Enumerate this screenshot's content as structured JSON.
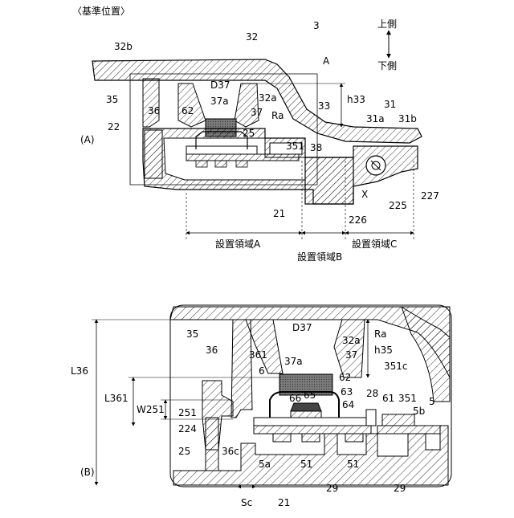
{
  "title": "〈基準位置〉",
  "view_a": {
    "tag": "(A)",
    "regions": {
      "a": "設置領域A",
      "b": "設置領域B",
      "c": "設置領域C"
    },
    "labels": {
      "l_32b": "32b",
      "l_32": "32",
      "l_3": "3",
      "l_A": "A",
      "l_35": "35",
      "l_36": "36",
      "l_62": "62",
      "l_D37": "D37",
      "l_37a": "37a",
      "l_32a": "32a",
      "l_37": "37",
      "l_33": "33",
      "l_h33": "h33",
      "l_31": "31",
      "l_31a": "31a",
      "l_31b": "31b",
      "l_22": "22",
      "l_Ra": "Ra",
      "l_25": "25",
      "l_351": "351",
      "l_38": "38",
      "l_X": "X",
      "l_225": "225",
      "l_227": "227",
      "l_21": "21",
      "l_226": "226"
    },
    "arrow": {
      "up": "上側",
      "down": "下側"
    }
  },
  "view_b": {
    "tag": "(B)",
    "labels": {
      "l_L36": "L36",
      "l_L361": "L361",
      "l_W251": "W251",
      "l_35": "35",
      "l_36": "36",
      "l_D37": "D37",
      "l_32a": "32a",
      "l_Ra": "Ra",
      "l_h35": "h35",
      "l_37": "37",
      "l_361": "361",
      "l_37a": "37a",
      "l_6": "6",
      "l_62": "62",
      "l_351c": "351c",
      "l_66": "66",
      "l_65": "65",
      "l_63": "63",
      "l_28": "28",
      "l_61": "61",
      "l_351": "351",
      "l_5": "5",
      "l_251": "251",
      "l_64": "64",
      "l_5b": "5b",
      "l_224": "224",
      "l_25": "25",
      "l_36c": "36c",
      "l_5a": "5a",
      "l_51a": "51",
      "l_51b": "51",
      "l_29a": "29",
      "l_29b": "29",
      "l_Sc": "Sc",
      "l_21": "21"
    }
  },
  "colors": {
    "line": "#000000",
    "fill_dark": "#555555",
    "fill_light": "#dddddd",
    "background": "#ffffff"
  }
}
